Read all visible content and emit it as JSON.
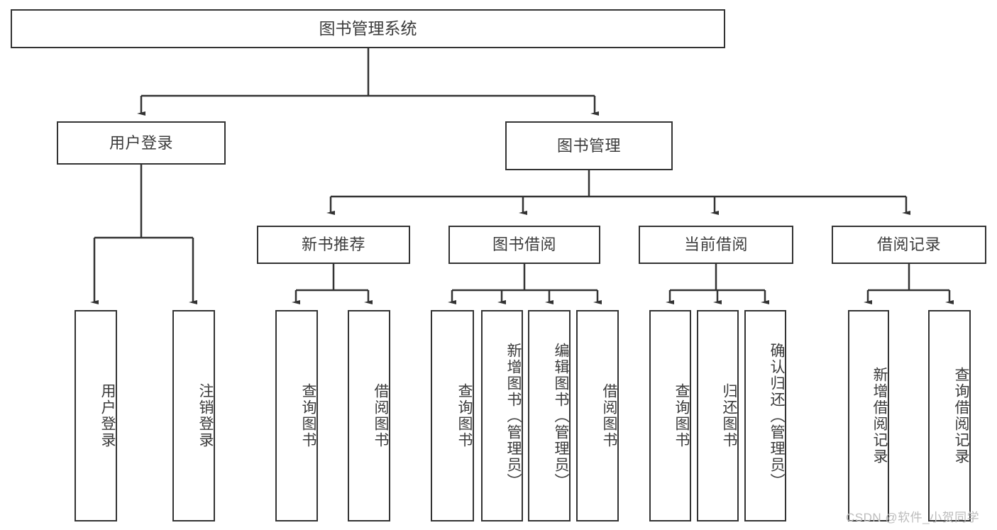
{
  "diagram": {
    "type": "tree-hierarchy-chart",
    "root": {
      "label": "图书管理系统"
    },
    "level2": [
      {
        "label": "用户登录"
      },
      {
        "label": "图书管理"
      }
    ],
    "level3": [
      {
        "label": "新书推荐"
      },
      {
        "label": "图书借阅"
      },
      {
        "label": "当前借阅"
      },
      {
        "label": "借阅记录"
      }
    ],
    "leaves": {
      "user_login": [
        {
          "label": "用户登录"
        },
        {
          "label": "注销登录"
        }
      ],
      "new_book_recommend": [
        {
          "label": "查询图书"
        },
        {
          "label": "借阅图书"
        }
      ],
      "book_borrow": [
        {
          "label": "查询图书"
        },
        {
          "label": "新增图书（管理员）"
        },
        {
          "label": "编辑图书（管理员）"
        },
        {
          "label": "借阅图书"
        }
      ],
      "current_borrow": [
        {
          "label": "查询图书"
        },
        {
          "label": "归还图书"
        },
        {
          "label": "确认归还（管理员）"
        }
      ],
      "borrow_record": [
        {
          "label": "新增借阅记录"
        },
        {
          "label": "查询借阅记录"
        }
      ]
    }
  },
  "watermark": {
    "text": "CSDN @软件_小贺同学"
  },
  "colors": {
    "stroke": "#333333",
    "text": "#3b3b3b",
    "background": "#ffffff",
    "watermark": "#bcbcbc"
  }
}
